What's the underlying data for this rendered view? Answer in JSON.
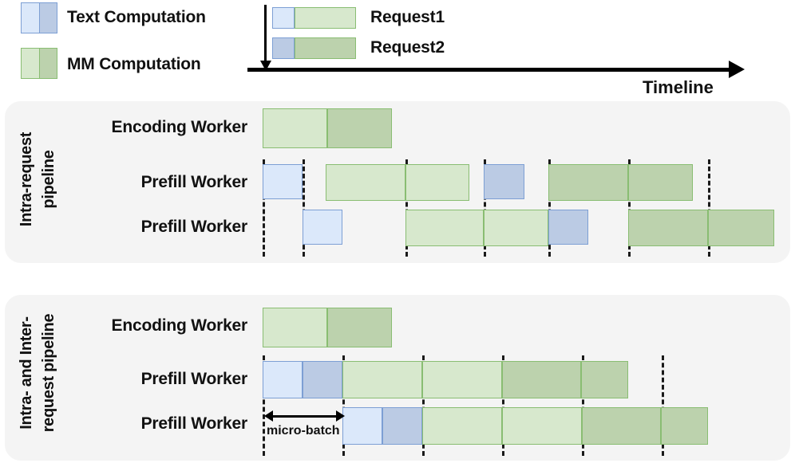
{
  "legend": {
    "items": [
      {
        "label": "Text Computation",
        "icon": "text-computation-swatch",
        "left_color": "#dbe8fa",
        "right_color": "#bbcbe4",
        "border": "#7d9fd4"
      },
      {
        "label": "MM Computation",
        "icon": "mm-computation-swatch",
        "left_color": "#d7e8cd",
        "right_color": "#bcd2ad",
        "border": "#89bd72"
      }
    ]
  },
  "request_key": {
    "items": [
      {
        "label": "Request1",
        "text_color": "#dbe8fa",
        "mm_color": "#d7e8cd"
      },
      {
        "label": "Request2",
        "text_color": "#bbcbe4",
        "mm_color": "#bcd2ad"
      }
    ],
    "timeline_label": "Timeline"
  },
  "panels": [
    {
      "title_lines": [
        "Intra-request",
        "pipeline"
      ],
      "rows": [
        {
          "label": "Encoding Worker"
        },
        {
          "label": "Prefill Worker"
        },
        {
          "label": "Prefill Worker"
        }
      ]
    },
    {
      "title_lines": [
        "Intra- and Inter-",
        "request pipeline"
      ],
      "rows": [
        {
          "label": "Encoding Worker"
        },
        {
          "label": "Prefill Worker"
        },
        {
          "label": "Prefill Worker"
        }
      ],
      "annotation": {
        "label": "micro-batch"
      }
    }
  ],
  "colors": {
    "text_light": "#dbe8fa",
    "text_dark": "#bbcbe4",
    "text_border": "#7d9fd4",
    "mm_light": "#d7e8cd",
    "mm_dark": "#bcd2ad",
    "mm_border": "#89bd72",
    "panel_bg": "#f4f4f4",
    "page_bg": "#ffffff",
    "ink": "#111111"
  },
  "chart_data": {
    "type": "bar",
    "title": "Intra-request vs Intra- and Inter-request pipeline timelines",
    "xlabel": "Timeline",
    "ylabel": "",
    "legend": [
      "Text Computation",
      "MM Computation",
      "Request1",
      "Request2"
    ],
    "panel1": {
      "name": "Intra-request pipeline",
      "dashed_ticks": [
        329,
        379,
        508,
        606,
        687,
        787,
        887
      ],
      "tracks": [
        {
          "name": "Encoding Worker",
          "bars": [
            {
              "start": 329,
              "end": 491,
              "split": 410,
              "left": "mm_light",
              "right": "mm_dark"
            }
          ]
        },
        {
          "name": "Prefill Worker 1",
          "bars": [
            {
              "start": 329,
              "end": 379,
              "kind": "text_light"
            },
            {
              "start": 408,
              "end": 588,
              "split": 508,
              "left": "mm_light",
              "right": "mm_light"
            },
            {
              "start": 606,
              "end": 657,
              "kind": "text_dark"
            },
            {
              "start": 687,
              "end": 868,
              "split": 787,
              "left": "mm_dark",
              "right": "mm_dark"
            }
          ]
        },
        {
          "name": "Prefill Worker 2",
          "bars": [
            {
              "start": 379,
              "end": 429,
              "kind": "text_light"
            },
            {
              "start": 508,
              "end": 687,
              "split": 606,
              "left": "mm_light",
              "right": "mm_light"
            },
            {
              "start": 687,
              "end": 737,
              "kind": "text_dark"
            },
            {
              "start": 787,
              "end": 970,
              "split": 887,
              "left": "mm_dark",
              "right": "mm_dark"
            }
          ]
        }
      ]
    },
    "panel2": {
      "name": "Intra- and Inter-request pipeline",
      "dashed_ticks": [
        329,
        429,
        529,
        629,
        729,
        829
      ],
      "annotation": {
        "label": "micro-batch",
        "from": 329,
        "to": 429
      },
      "tracks": [
        {
          "name": "Encoding Worker",
          "bars": [
            {
              "start": 329,
              "end": 491,
              "split": 410,
              "left": "mm_light",
              "right": "mm_dark"
            }
          ]
        },
        {
          "name": "Prefill Worker 1",
          "bars": [
            {
              "start": 329,
              "end": 429,
              "split": 379,
              "left": "text_light",
              "right": "text_dark"
            },
            {
              "start": 429,
              "end": 629,
              "split": 529,
              "left": "mm_light",
              "right": "mm_light"
            },
            {
              "start": 629,
              "end": 787,
              "split": 729,
              "left": "mm_dark",
              "right": "mm_dark"
            }
          ]
        },
        {
          "name": "Prefill Worker 2",
          "bars": [
            {
              "start": 429,
              "end": 529,
              "split": 479,
              "left": "text_light",
              "right": "text_dark"
            },
            {
              "start": 529,
              "end": 729,
              "split": 629,
              "left": "mm_light",
              "right": "mm_light"
            },
            {
              "start": 729,
              "end": 887,
              "split": 829,
              "left": "mm_dark",
              "right": "mm_dark"
            }
          ]
        }
      ]
    }
  }
}
